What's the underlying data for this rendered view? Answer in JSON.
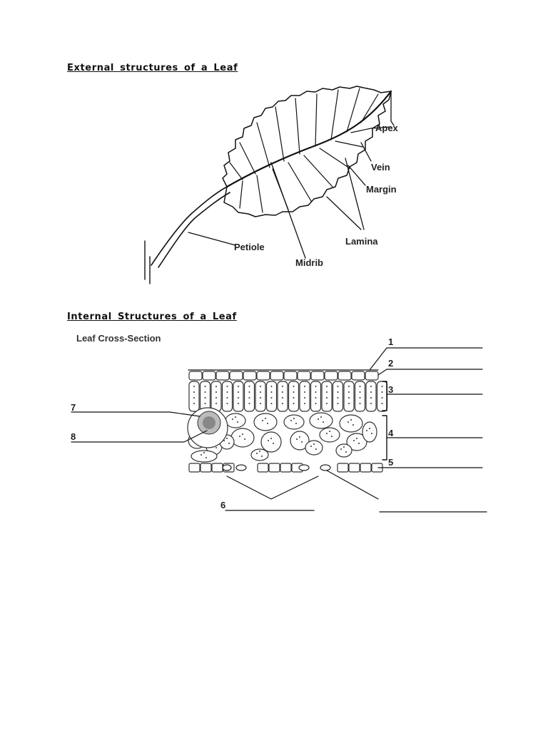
{
  "external": {
    "heading": "External structures of a Leaf",
    "labels": {
      "apex": "Apex",
      "vein": "Vein",
      "margin": "Margin",
      "lamina": "Lamina",
      "petiole": "Petiole",
      "midrib": "Midrib"
    }
  },
  "internal": {
    "heading": "Internal Structures of a Leaf",
    "title": "Leaf Cross-Section",
    "numbers": [
      "1",
      "2",
      "3",
      "4",
      "5",
      "6",
      "7",
      "8"
    ]
  },
  "colors": {
    "ink": "#111111",
    "background": "#ffffff"
  }
}
